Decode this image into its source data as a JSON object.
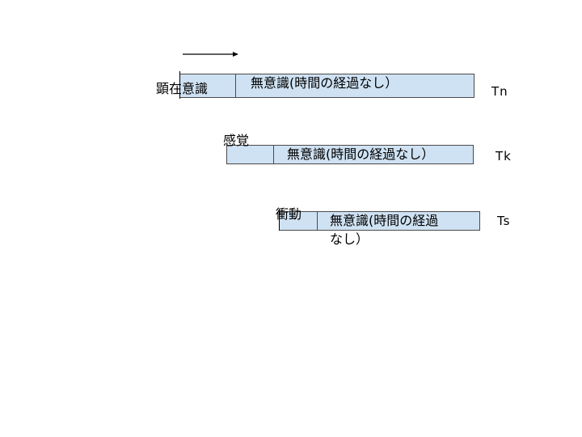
{
  "arrow": {
    "direction": "right"
  },
  "rows": [
    {
      "stage_label": "顕在意識",
      "unconscious_label": "無意識(時間の経過なし）",
      "end_label": "Tn"
    },
    {
      "stage_label": "感覚",
      "unconscious_label": "無意識(時間の経過なし）",
      "end_label": "Tk"
    },
    {
      "stage_label": "衝動",
      "unconscious_label_line1": "無意識(時間の経過",
      "unconscious_label_line2": "なし）",
      "end_label": "Ts"
    }
  ],
  "colors": {
    "bar_fill": "#cfe2f3",
    "bar_border": "#4a4a4a"
  }
}
